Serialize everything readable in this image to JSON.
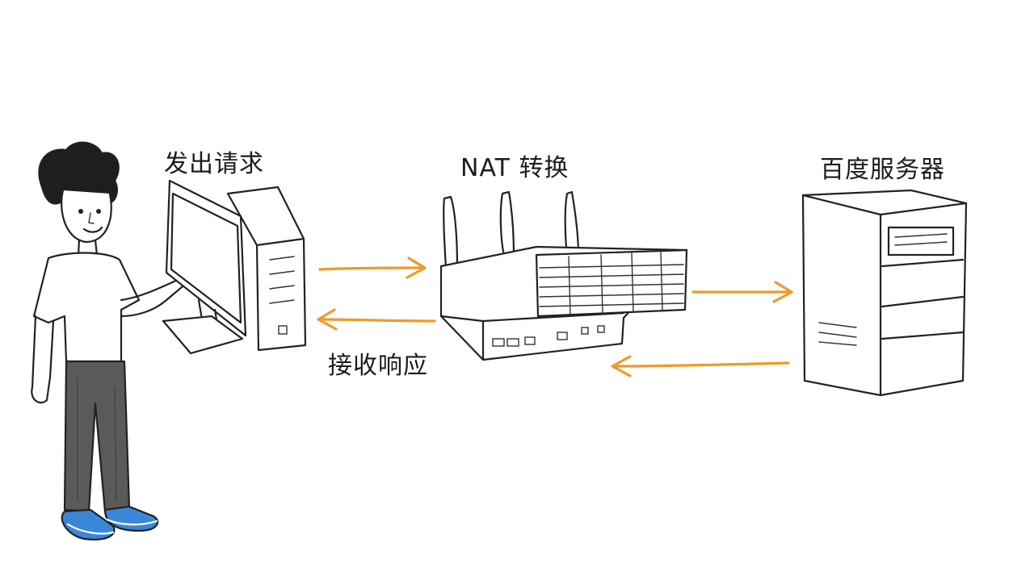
{
  "labels": {
    "send_request": "发出请求",
    "nat_translation": "NAT 转换",
    "baidu_server": "百度服务器",
    "receive_response": "接收响应"
  },
  "colors": {
    "arrow": "#ef9a2a",
    "ink": "#222222",
    "pants": "#5a5a5a",
    "shoes": "#3a86d8",
    "background": "#ffffff"
  },
  "icons": {
    "person": "person-pointing-icon",
    "computer": "desktop-computer-icon",
    "router": "router-icon",
    "server": "server-tower-icon"
  }
}
